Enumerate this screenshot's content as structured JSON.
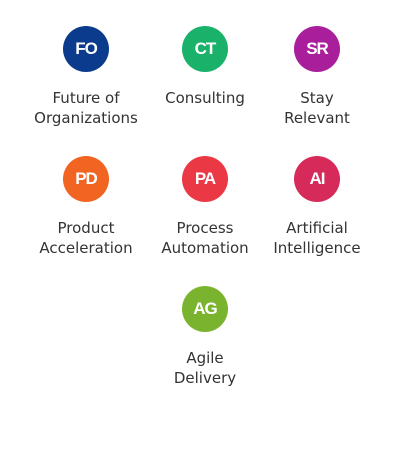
{
  "tiles": [
    {
      "abbr": "FO",
      "line1": "Future of",
      "line2": "Organizations",
      "color": "#0b3b8c",
      "icon": "fo-icon"
    },
    {
      "abbr": "CT",
      "line1": "Consulting",
      "line2": "",
      "color": "#1ab26b",
      "icon": "ct-icon"
    },
    {
      "abbr": "SR",
      "line1": "Stay",
      "line2": "Relevant",
      "color": "#a81e9b",
      "icon": "sr-icon"
    },
    {
      "abbr": "PD",
      "line1": "Product",
      "line2": "Acceleration",
      "color": "#f26422",
      "icon": "pd-icon"
    },
    {
      "abbr": "PA",
      "line1": "Process",
      "line2": "Automation",
      "color": "#ea3845",
      "icon": "pa-icon"
    },
    {
      "abbr": "AI",
      "line1": "Artificial",
      "line2": "Intelligence",
      "color": "#d62a5a",
      "icon": "ai-icon"
    },
    {
      "abbr": "AG",
      "line1": "Agile",
      "line2": "Delivery",
      "color": "#7ab42f",
      "icon": "ag-icon"
    }
  ]
}
